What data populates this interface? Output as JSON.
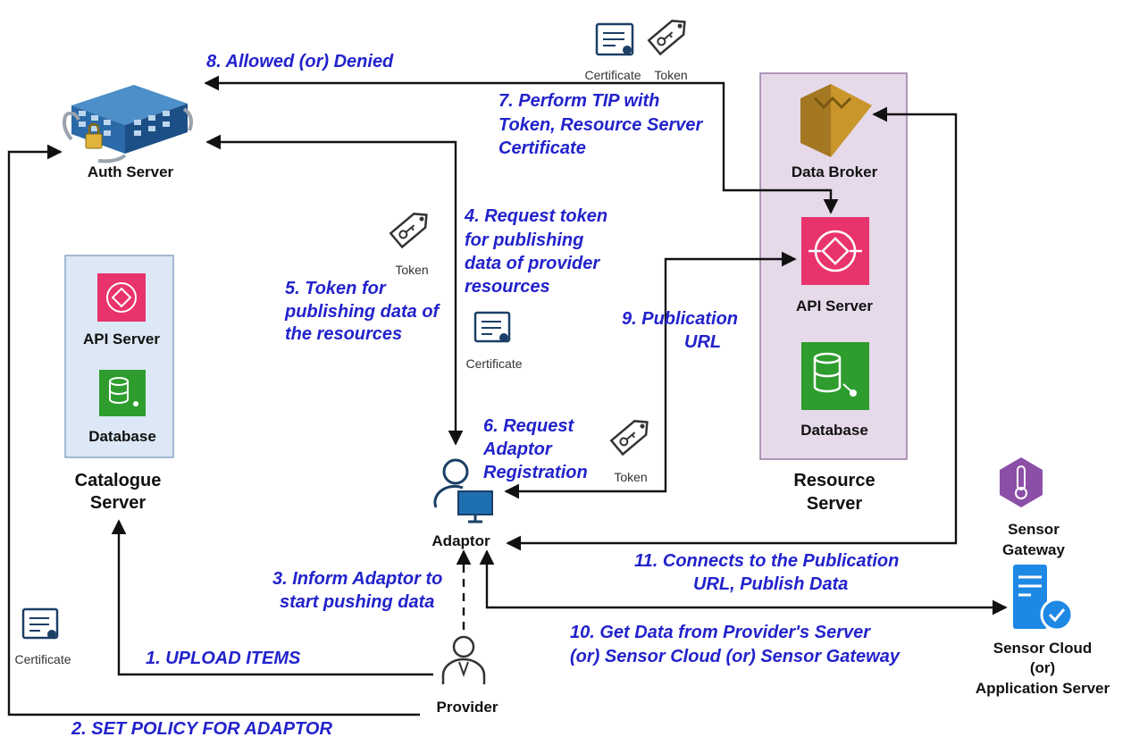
{
  "nodes": {
    "auth_server": "Auth Server",
    "catalogue_api": "API Server",
    "catalogue_db": "Database",
    "catalogue_line1": "Catalogue",
    "catalogue_line2": "Server",
    "adaptor": "Adaptor",
    "provider": "Provider",
    "data_broker": "Data Broker",
    "resource_api": "API Server",
    "resource_db": "Database",
    "resource_line1": "Resource",
    "resource_line2": "Server",
    "sensor_gateway_line1": "Sensor",
    "sensor_gateway_line2": "Gateway",
    "sensor_cloud_line1": "Sensor Cloud",
    "sensor_cloud_line2": "(or)",
    "sensor_cloud_line3": "Application Server"
  },
  "artifacts": {
    "certificate": "Certificate",
    "token": "Token"
  },
  "steps": {
    "s1": "1. UPLOAD ITEMS",
    "s2": "2. SET POLICY FOR ADAPTOR",
    "s3_l1": "3. Inform Adaptor to",
    "s3_l2": "start pushing data",
    "s4_l1": "4. Request token",
    "s4_l2": "for publishing",
    "s4_l3": "data of provider",
    "s4_l4": "resources",
    "s5_l1": "5. Token for",
    "s5_l2": "publishing data of",
    "s5_l3": "the resources",
    "s6_l1": "6. Request",
    "s6_l2": "Adaptor",
    "s6_l3": "Registration",
    "s7_l1": "7. Perform TIP with",
    "s7_l2": "Token, Resource Server",
    "s7_l3": "Certificate",
    "s8": "8. Allowed (or) Denied",
    "s9_l1": "9. Publication",
    "s9_l2": "URL",
    "s10_l1": "10. Get Data from Provider's Server",
    "s10_l2": "(or) Sensor Cloud (or) Sensor Gateway",
    "s11_l1": "11. Connects to the Publication",
    "s11_l2": "URL, Publish Data"
  },
  "colors": {
    "step_text": "#2222cc",
    "resource_box_fill": "#e6d9ea",
    "resource_box_border": "#9a7aa6",
    "catalogue_box_fill": "#dce8f5",
    "catalogue_box_border": "#8aa6c6",
    "api_icon": "#e8336d",
    "db_icon": "#2e9d2e",
    "broker_icon": "#c9962b",
    "sensor_icon": "#8c4fa8",
    "cloud_icon": "#1e88e5"
  }
}
